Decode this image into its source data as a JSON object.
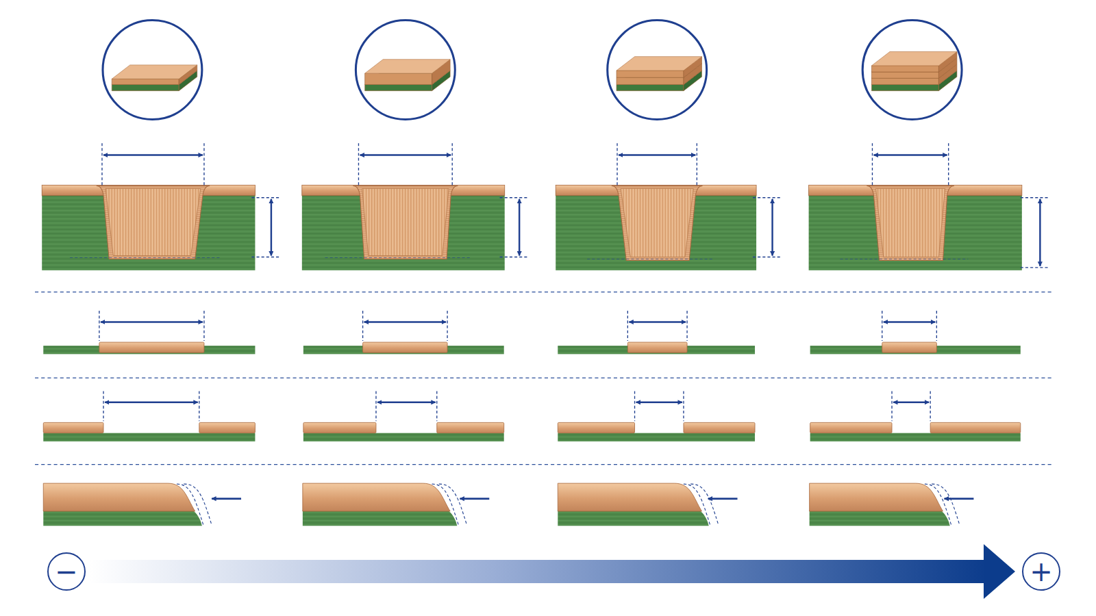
{
  "diagram": {
    "nodes": [
      {
        "text": [
          "−"
        ]
      },
      {
        "text": [
          "+"
        ]
      }
    ],
    "edges": [
      {
        "from": 0,
        "to": 1,
        "arrow": "to"
      }
    ]
  }
}
